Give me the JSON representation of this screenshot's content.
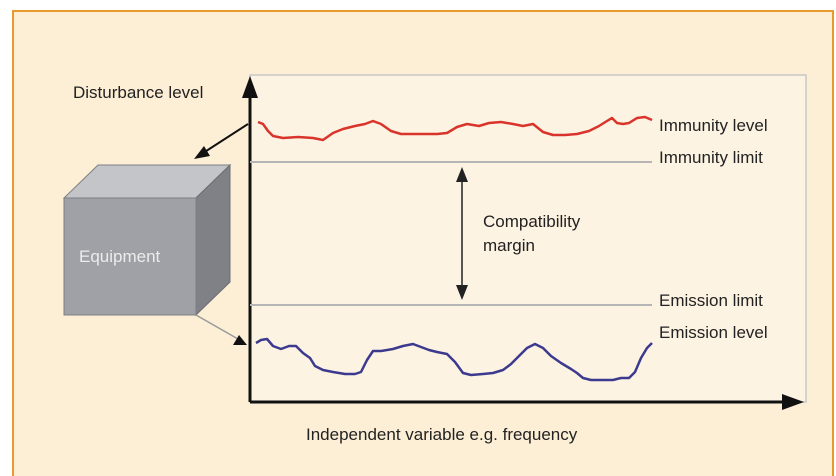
{
  "diagram": {
    "y_axis_label": "Disturbance level",
    "x_axis_label": "Independent variable e.g. frequency",
    "equipment_label": "Equipment",
    "curves": {
      "immunity_level": "Immunity level",
      "immunity_limit": "Immunity limit",
      "emission_limit": "Emission limit",
      "emission_level": "Emission level"
    },
    "margin_label_line1": "Compatibility",
    "margin_label_line2": "margin"
  },
  "colors": {
    "background": "#fdefd6",
    "frame_border": "#e89b2c",
    "immunity_curve": "#d9342b",
    "emission_curve": "#3b3a8f",
    "limit_lines": "#b5b5b5",
    "equipment_box": "#9fa1a6"
  }
}
